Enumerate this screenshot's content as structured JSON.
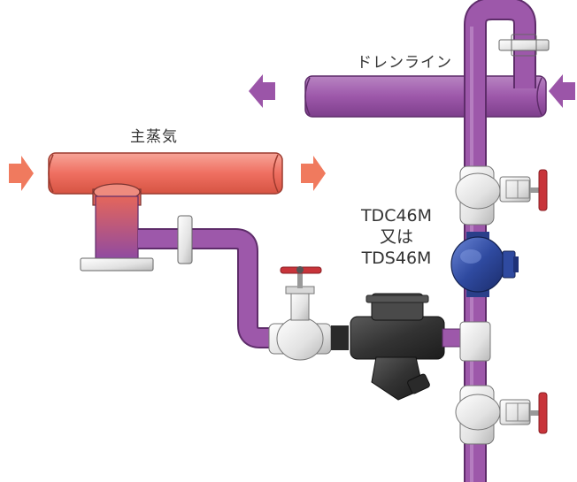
{
  "labels": {
    "drain_line": "ドレンライン",
    "main_steam": "主蒸気",
    "model_primary": "TDC46M",
    "model_or": "又は",
    "model_alternate": "TDS46M"
  },
  "colors": {
    "steam_pipe": "#f06f62",
    "steam_pipe_dark": "#d4503f",
    "drain_pipe": "#9b55a8",
    "drain_pipe_dark": "#7a3b88",
    "arrow_steam": "#f07a5e",
    "arrow_drain": "#9b55a8",
    "valve_body": "#e6e6e6",
    "valve_handle": "#c8343a",
    "trap_body": "#2e4a9e",
    "strainer_body": "#3a3a3a"
  },
  "icons": {
    "flow_arrow": "flow-arrow-icon",
    "globe_valve": "globe-valve-icon",
    "steam_trap": "steam-trap-icon",
    "strainer": "strainer-icon"
  }
}
